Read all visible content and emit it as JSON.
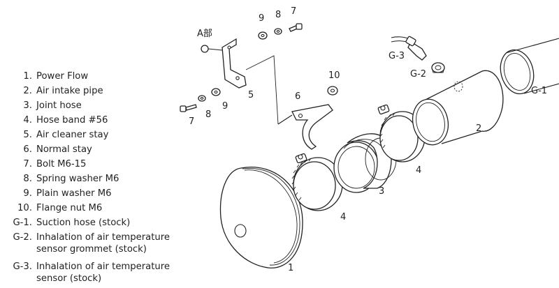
{
  "legend": [
    {
      "num": "1.",
      "text": "Power Flow"
    },
    {
      "num": "2.",
      "text": "Air intake pipe"
    },
    {
      "num": "3.",
      "text": "Joint hose"
    },
    {
      "num": "4.",
      "text": "Hose band  #56"
    },
    {
      "num": "5.",
      "text": "Air cleaner stay"
    },
    {
      "num": "6.",
      "text": "Normal stay"
    },
    {
      "num": "7.",
      "text": "Bolt  M6-15"
    },
    {
      "num": "8.",
      "text": "Spring washer  M6"
    },
    {
      "num": "9.",
      "text": "Plain washer  M6"
    },
    {
      "num": "10.",
      "text": "Flange nut  M6"
    },
    {
      "num": "G-1.",
      "text": "Suction hose (stock)"
    },
    {
      "num": "G-2.",
      "text": "Inhalation of air temperature",
      "text2": "sensor grommet (stock)"
    },
    {
      "num": "G-3.",
      "text": "Inhalation of air temperature",
      "text2": "sensor (stock)"
    }
  ],
  "callouts": {
    "a_section": "A部",
    "c1": "1",
    "c2": "2",
    "c3": "3",
    "c4a": "4",
    "c4b": "4",
    "c5": "5",
    "c6": "6",
    "c7a": "7",
    "c7b": "7",
    "c8a": "8",
    "c8b": "8",
    "c9a": "9",
    "c9b": "9",
    "c10": "10",
    "g1": "G-1",
    "g2": "G-2",
    "g3": "G-3"
  }
}
